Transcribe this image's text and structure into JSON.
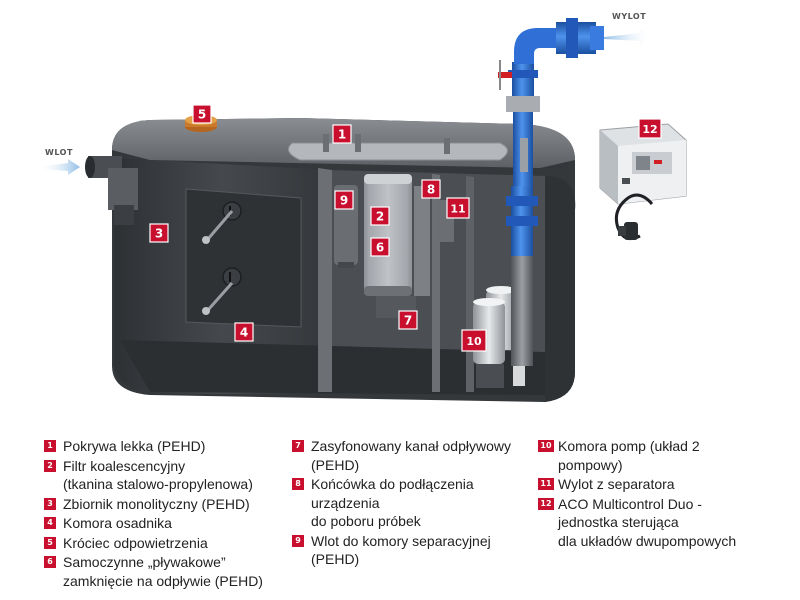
{
  "flow_labels": {
    "inlet": "WLOT",
    "outlet": "WYLOT"
  },
  "badges": [
    "1",
    "2",
    "3",
    "4",
    "5",
    "6",
    "7",
    "8",
    "9",
    "10",
    "11",
    "12"
  ],
  "legend": {
    "column1": [
      {
        "num": "1",
        "text": "Pokrywa lekka (PEHD)"
      },
      {
        "num": "2",
        "text": "Filtr koalescencyjny\n(tkanina stalowo-propylenowa)"
      },
      {
        "num": "3",
        "text": " Zbiornik monolityczny (PEHD)"
      },
      {
        "num": "4",
        "text": "Komora osadnika"
      },
      {
        "num": "5",
        "text": "Króciec odpowietrzenia"
      },
      {
        "num": "6",
        "text": "Samoczynne „pływakowe”\nzamknięcie na odpływie (PEHD)"
      }
    ],
    "column2": [
      {
        "num": "7",
        "text": "Zasyfonowany kanał odpływowy\n(PEHD)"
      },
      {
        "num": "8",
        "text": "Końcówka do podłączenia\nurządzenia\ndo poboru próbek"
      },
      {
        "num": "9",
        "text": "Wlot do komory separacyjnej\n(PEHD)"
      }
    ],
    "column3": [
      {
        "num": "10",
        "text": "Komora pomp (układ 2\npompowy)"
      },
      {
        "num": "11",
        "text": "Wylot z separatora"
      },
      {
        "num": "12",
        "text": "ACO Multicontrol Duo -\njednostka sterująca\ndla układów dwupompowych"
      }
    ]
  },
  "colors": {
    "badge": "#c8102e",
    "tank": "#3f4246",
    "pipe_blue": "#2a6fd0",
    "flow_arrow": "#9cc4e4"
  }
}
